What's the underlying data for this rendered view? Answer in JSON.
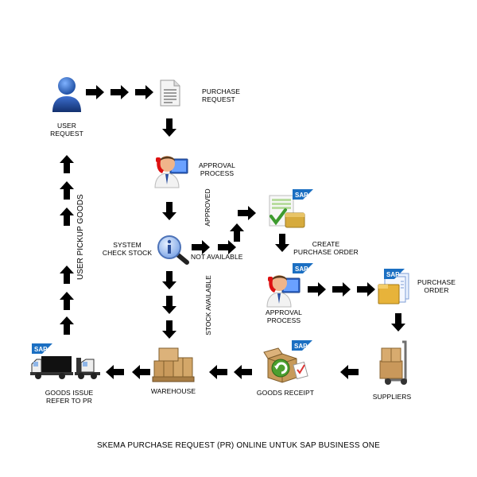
{
  "nodes": {
    "user_request": "USER\nREQUEST",
    "purchase_request": "PURCHASE\nREQUEST",
    "approval_process_1": "APPROVAL\nPROCESS",
    "system_check_stock": "SYSTEM\nCHECK STOCK",
    "create_purchase_order": "CREATE\nPURCHASE ORDER",
    "approval_process_2": "APPROVAL\nPROCESS",
    "purchase_order": "PURCHASE\nORDER",
    "suppliers": "SUPPLIERS",
    "goods_receipt": "GOODS RECEIPT",
    "warehouse": "WAREHOUSE",
    "goods_issue": "GOODS ISSUE\nREFER TO PR"
  },
  "edge_labels": {
    "approved": "APPROVED",
    "not_available": "NOT AVAILABLE",
    "stock_available": "STOCK AVAILABLE",
    "user_pickup_goods": "USER PICKUP GOODS"
  },
  "brand": {
    "sap": "SAP",
    "sap_color": "#1b6fc2"
  },
  "caption": "SKEMA PURCHASE REQUEST (PR) ONLINE UNTUK SAP BUSINESS ONE",
  "icons": [
    "user-icon",
    "document-icon",
    "operator-icon",
    "info-magnifier-icon",
    "sap-document-icon",
    "operator-icon",
    "sap-files-icon",
    "hand-truck-icon",
    "goods-receipt-icon",
    "warehouse-boxes-icon",
    "truck-icon"
  ]
}
